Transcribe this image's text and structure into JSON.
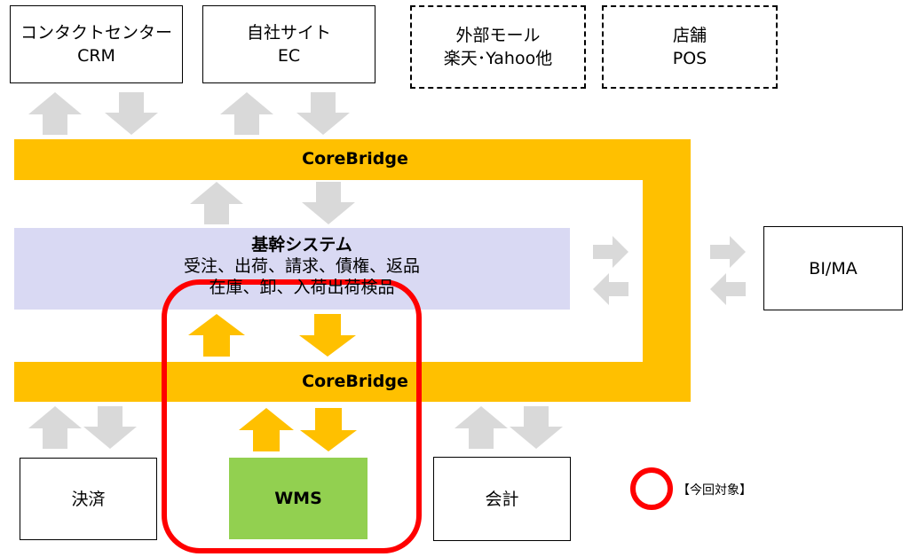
{
  "top_systems": [
    {
      "line1": "コンタクトセンター",
      "line2": "CRM"
    },
    {
      "line1": "自社サイト",
      "line2": "EC"
    },
    {
      "line1": "外部モール",
      "line2": "楽天･Yahoo他"
    },
    {
      "line1": "店舗",
      "line2": "POS"
    }
  ],
  "bus_top_label": "CoreBridge",
  "bus_bottom_label": "CoreBridge",
  "core_system": {
    "title": "基幹システム",
    "line1": "受注、出荷、請求、債権、返品",
    "line2": "在庫、卸、入荷出荷検品"
  },
  "bi_box": "BI/MA",
  "bottom_systems": {
    "payment": "決済",
    "wms": "WMS",
    "accounting": "会計"
  },
  "legend_text": "【今回対象】",
  "colors": {
    "bus": "#ffc000",
    "core_bg": "#d9d9f3",
    "wms": "#92d050",
    "arrow_gray": "#d9d9d9",
    "arrow_orange": "#ffc000",
    "highlight": "#ff0000"
  }
}
